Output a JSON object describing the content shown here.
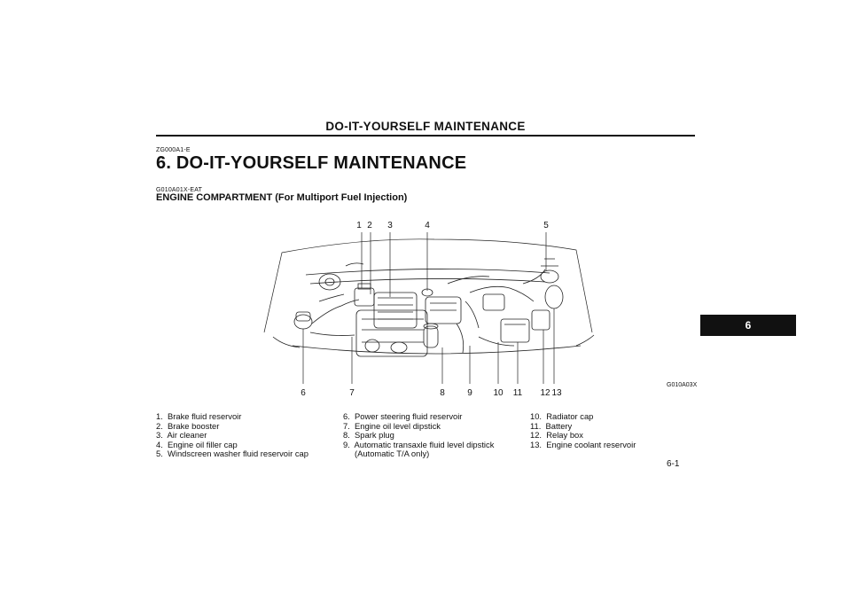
{
  "header": {
    "title": "DO-IT-YOURSELF  MAINTENANCE"
  },
  "section": {
    "code": "ZG000A1-E",
    "title": "6. DO-IT-YOURSELF  MAINTENANCE",
    "sub_code": "G010A01X-EAT",
    "sub_title": "ENGINE COMPARTMENT (For Multiport Fuel Injection)"
  },
  "figure": {
    "code": "G010A03X",
    "callouts": {
      "c1": "1",
      "c2": "2",
      "c3": "3",
      "c4": "4",
      "c5": "5",
      "c6": "6",
      "c7": "7",
      "c8": "8",
      "c9": "9",
      "c10": "10",
      "c11": "11",
      "c12": "12",
      "c13": "13"
    }
  },
  "legend": {
    "col1": [
      "1.  Brake fluid reservoir",
      "2.  Brake booster",
      "3.  Air cleaner",
      "4.  Engine oil filler cap",
      "5.  Windscreen washer fluid reservoir cap"
    ],
    "col2": [
      "6.  Power steering fluid reservoir",
      "7.  Engine oil level dipstick",
      "8.  Spark plug",
      "9.  Automatic transaxle fluid level dipstick",
      "     (Automatic T/A only)"
    ],
    "col3": [
      "10.  Radiator cap",
      "11.  Battery",
      "12.  Relay box",
      "13.  Engine coolant reservoir"
    ]
  },
  "chapter_tab": "6",
  "page_number": "6-1"
}
